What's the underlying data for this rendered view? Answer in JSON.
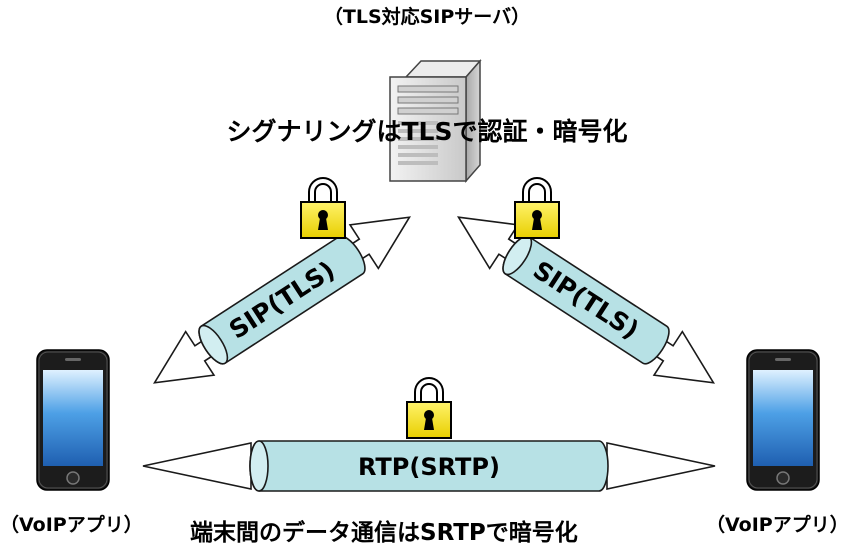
{
  "server": {
    "label": "（TLS対応SIPサーバ）",
    "icon": "server-icon"
  },
  "caption_top": "シグナリングはTLSで認証・暗号化",
  "caption_bottom": "端末間のデータ通信はSRTPで暗号化",
  "phones": {
    "left": {
      "label": "（VoIPアプリ）",
      "icon": "smartphone-icon"
    },
    "right": {
      "label": "（VoIPアプリ）",
      "icon": "smartphone-icon"
    }
  },
  "links": {
    "left": {
      "label": "SIP(TLS)",
      "icon": "padlock-icon"
    },
    "right": {
      "label": "SIP(TLS)",
      "icon": "padlock-icon"
    },
    "bottom": {
      "label": "RTP(SRTP)",
      "icon": "padlock-icon"
    }
  },
  "colors": {
    "tube_fill": "#b7e1e5",
    "arrow_fill": "#ffffff",
    "padlock_body": "#f5e400",
    "phone_screen": "#2b7fd1",
    "server_body": "#d4d4d4"
  }
}
